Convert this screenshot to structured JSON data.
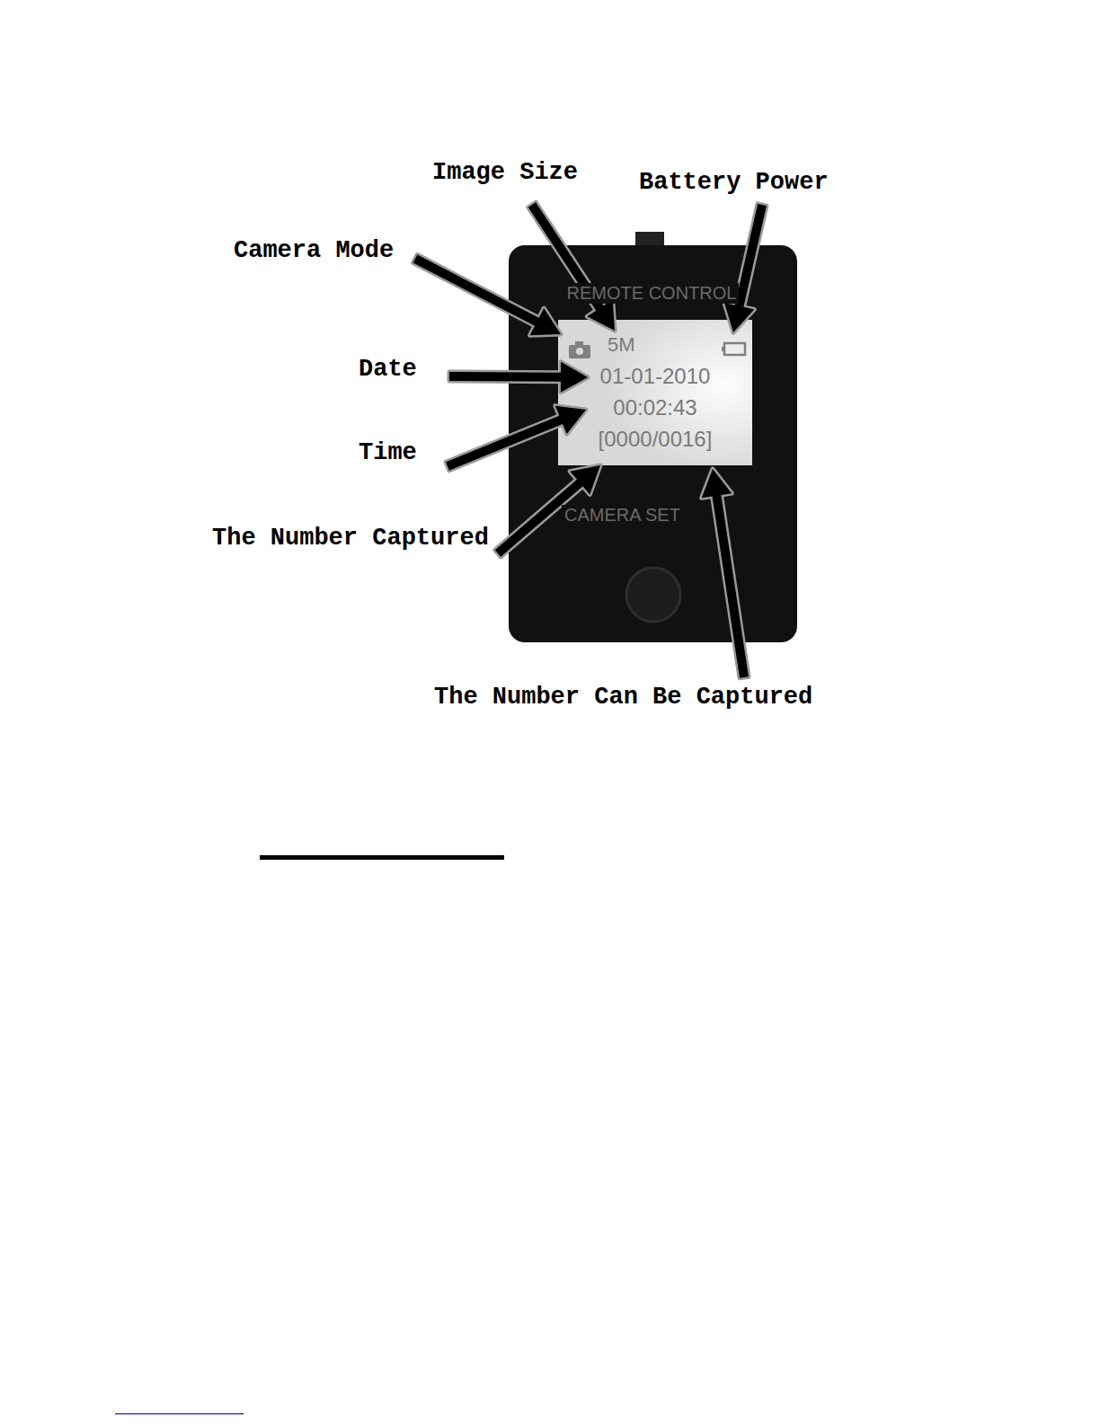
{
  "diagram": {
    "nodes": [
      {
        "text": [
          "REMOTE CONTROL",
          "CAMERA SET"
        ]
      },
      {
        "text": [
          "5M",
          "01-01-2010",
          "00:02:43",
          "[0000/0016]"
        ],
        "in": 0
      }
    ],
    "labels": [
      "Image Size",
      "Battery Power",
      "Camera Mode",
      "Date",
      "Time",
      "The Number Captured",
      "The Number Can Be Captured"
    ]
  }
}
